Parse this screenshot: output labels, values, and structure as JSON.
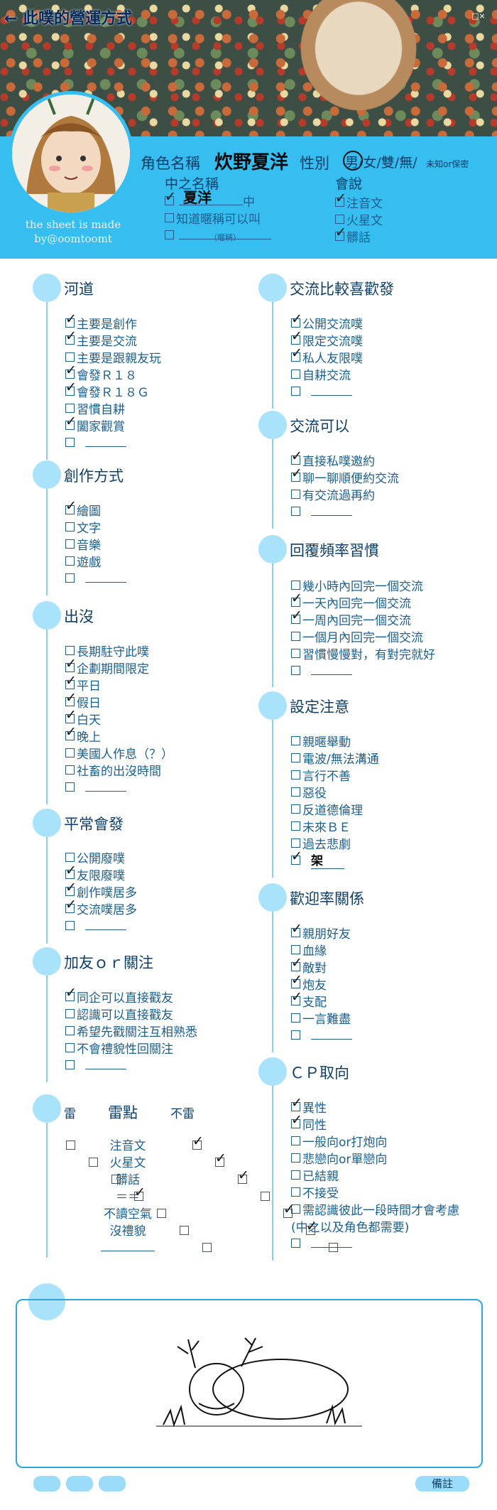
{
  "header": {
    "back_label": "← 此噗的營運方式",
    "win_icons": "□⨯"
  },
  "credit": "the sheet is made by@oomtoomt",
  "profile": {
    "name_label": "角色名稱",
    "name_value": "炊野夏洋",
    "gender_label": "性別",
    "gender_options": "男/女/雙/無/",
    "gender_extra": "未知or保密",
    "nick_label": "中之名稱",
    "nick_value": "夏洋",
    "nick_mid": "中",
    "nick_opt2": "知道暱稱可以叫",
    "nick_opt3_hint": "（暱稱）",
    "lang_label": "會說",
    "lang_items": [
      "注音文",
      "火星文",
      "髒話"
    ]
  },
  "sections": {
    "river": {
      "title": "河道",
      "items": [
        "主要是創作",
        "主要是交流",
        "主要是跟親友玩",
        "會發Ｒ１８",
        "會發Ｒ１８Ｇ",
        "習慣自耕",
        "闔家觀賞",
        ""
      ]
    },
    "create": {
      "title": "創作方式",
      "items": [
        "繪圖",
        "文字",
        "音樂",
        "遊戲",
        ""
      ]
    },
    "appear": {
      "title": "出沒",
      "items": [
        "長期駐守此噗",
        "企劃期間限定",
        "平日",
        "假日",
        "白天",
        "晚上",
        "美國人作息（？）",
        "社畜的出沒時間",
        ""
      ]
    },
    "post": {
      "title": "平常會發",
      "items": [
        "公開廢噗",
        "友限廢噗",
        "創作噗居多",
        "交流噗居多",
        ""
      ]
    },
    "follow": {
      "title": "加友ｏｒ關注",
      "items": [
        "同企可以直接戳友",
        "認識可以直接戳友",
        "希望先戳關注互相熟悉",
        "不會禮貌性回關注",
        ""
      ]
    },
    "mines": {
      "title": "雷點",
      "left": "雷",
      "right": "不雷",
      "items": [
        "注音文",
        "火星文",
        "髒話",
        "＝＝",
        "不讀空氣",
        "沒禮貌",
        ""
      ]
    },
    "exchange": {
      "title": "交流比較喜歡發",
      "items": [
        "公開交流噗",
        "限定交流噗",
        "私人友限噗",
        "自耕交流",
        ""
      ]
    },
    "can": {
      "title": "交流可以",
      "items": [
        "直接私噗邀約",
        "聊一聊順便約交流",
        "有交流過再約",
        ""
      ]
    },
    "reply": {
      "title": "回覆頻率習慣",
      "items": [
        "幾小時內回完一個交流",
        "一天內回完一個交流",
        "一周內回完一個交流",
        "一個月內回完一個交流",
        "習慣慢慢對，有對完就好",
        ""
      ]
    },
    "setting": {
      "title": "設定注意",
      "items": [
        "親暱舉動",
        "電波/無法溝通",
        "言行不善",
        "惡役",
        "反道德倫理",
        "未來ＢＥ",
        "過去悲劇",
        "架"
      ]
    },
    "relation": {
      "title": "歡迎率關係",
      "items": [
        "親朋好友",
        "血緣",
        "敵對",
        "炮友",
        "支配",
        "一言難盡",
        ""
      ]
    },
    "cp": {
      "title": "ＣＰ取向",
      "items": [
        "異性",
        "同性",
        "一般向or打炮向",
        "悲戀向or單戀向",
        "已結親",
        "不接受",
        "需認識彼此一段時間才會考慮",
        "(中之以及角色都需要)",
        ""
      ]
    }
  },
  "footer": {
    "note_label": "備註"
  },
  "colors": {
    "accent": "#36bef0",
    "text": "#1d5c8a",
    "dot": "#a9e2fb"
  }
}
